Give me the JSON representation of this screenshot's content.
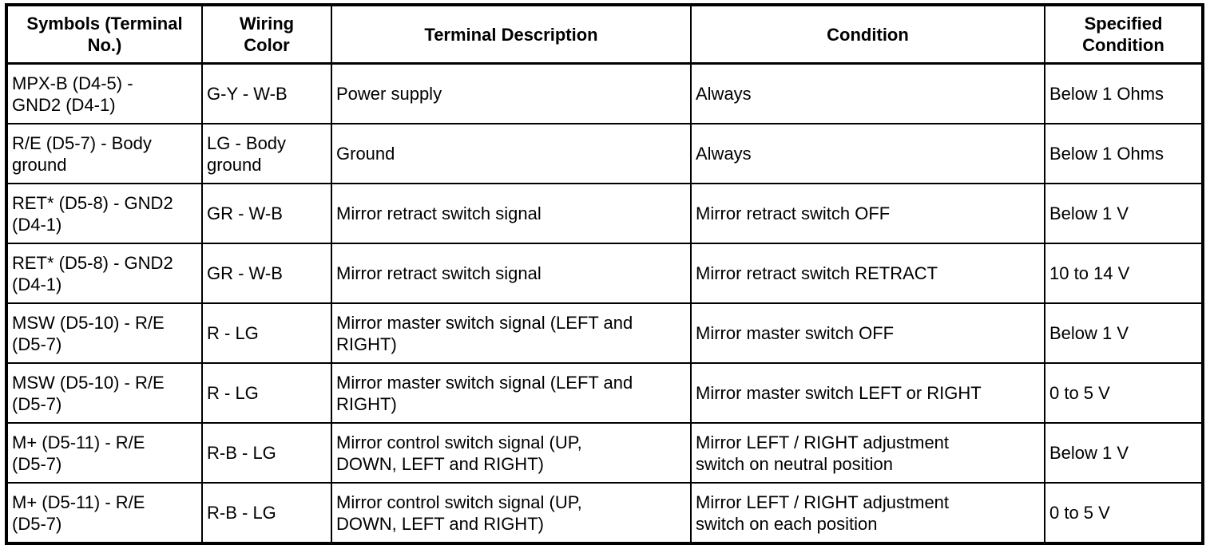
{
  "colors": {
    "border": "#000000",
    "text": "#000000",
    "background": "#ffffff"
  },
  "table": {
    "columns": [
      {
        "label": "Symbols (Terminal\nNo.)"
      },
      {
        "label": "Wiring\nColor"
      },
      {
        "label": "Terminal Description"
      },
      {
        "label": "Condition"
      },
      {
        "label": "Specified\nCondition"
      }
    ],
    "rows": [
      {
        "symbols": "MPX-B (D4-5) -\nGND2 (D4-1)",
        "wiring_color": "G-Y - W-B",
        "terminal_description": "Power supply",
        "condition": "Always",
        "specified_condition": "Below 1 Ohms"
      },
      {
        "symbols": "R/E (D5-7) - Body\nground",
        "wiring_color": "LG - Body\nground",
        "terminal_description": "Ground",
        "condition": "Always",
        "specified_condition": "Below 1 Ohms"
      },
      {
        "symbols": "RET* (D5-8) - GND2\n(D4-1)",
        "wiring_color": "GR - W-B",
        "terminal_description": "Mirror retract switch signal",
        "condition": "Mirror retract switch OFF",
        "specified_condition": "Below 1 V"
      },
      {
        "symbols": "RET* (D5-8) - GND2\n(D4-1)",
        "wiring_color": "GR - W-B",
        "terminal_description": "Mirror retract switch signal",
        "condition": "Mirror retract switch RETRACT",
        "specified_condition": "10 to 14 V"
      },
      {
        "symbols": "MSW (D5-10) - R/E\n(D5-7)",
        "wiring_color": "R - LG",
        "terminal_description": "Mirror master switch signal (LEFT and\nRIGHT)",
        "condition": "Mirror master switch OFF",
        "specified_condition": "Below 1 V"
      },
      {
        "symbols": "MSW (D5-10) - R/E\n(D5-7)",
        "wiring_color": "R - LG",
        "terminal_description": "Mirror master switch signal (LEFT and\nRIGHT)",
        "condition": "Mirror master switch LEFT or RIGHT",
        "specified_condition": "0 to 5 V"
      },
      {
        "symbols": "M+ (D5-11) - R/E\n(D5-7)",
        "wiring_color": "R-B - LG",
        "terminal_description": "Mirror control switch signal (UP,\nDOWN, LEFT and RIGHT)",
        "condition": "Mirror LEFT / RIGHT adjustment\nswitch on neutral position",
        "specified_condition": "Below 1 V"
      },
      {
        "symbols": "M+ (D5-11) - R/E\n(D5-7)",
        "wiring_color": "R-B - LG",
        "terminal_description": "Mirror control switch signal (UP,\nDOWN, LEFT and RIGHT)",
        "condition": "Mirror LEFT / RIGHT adjustment\nswitch on each position",
        "specified_condition": "0 to 5 V"
      }
    ]
  }
}
